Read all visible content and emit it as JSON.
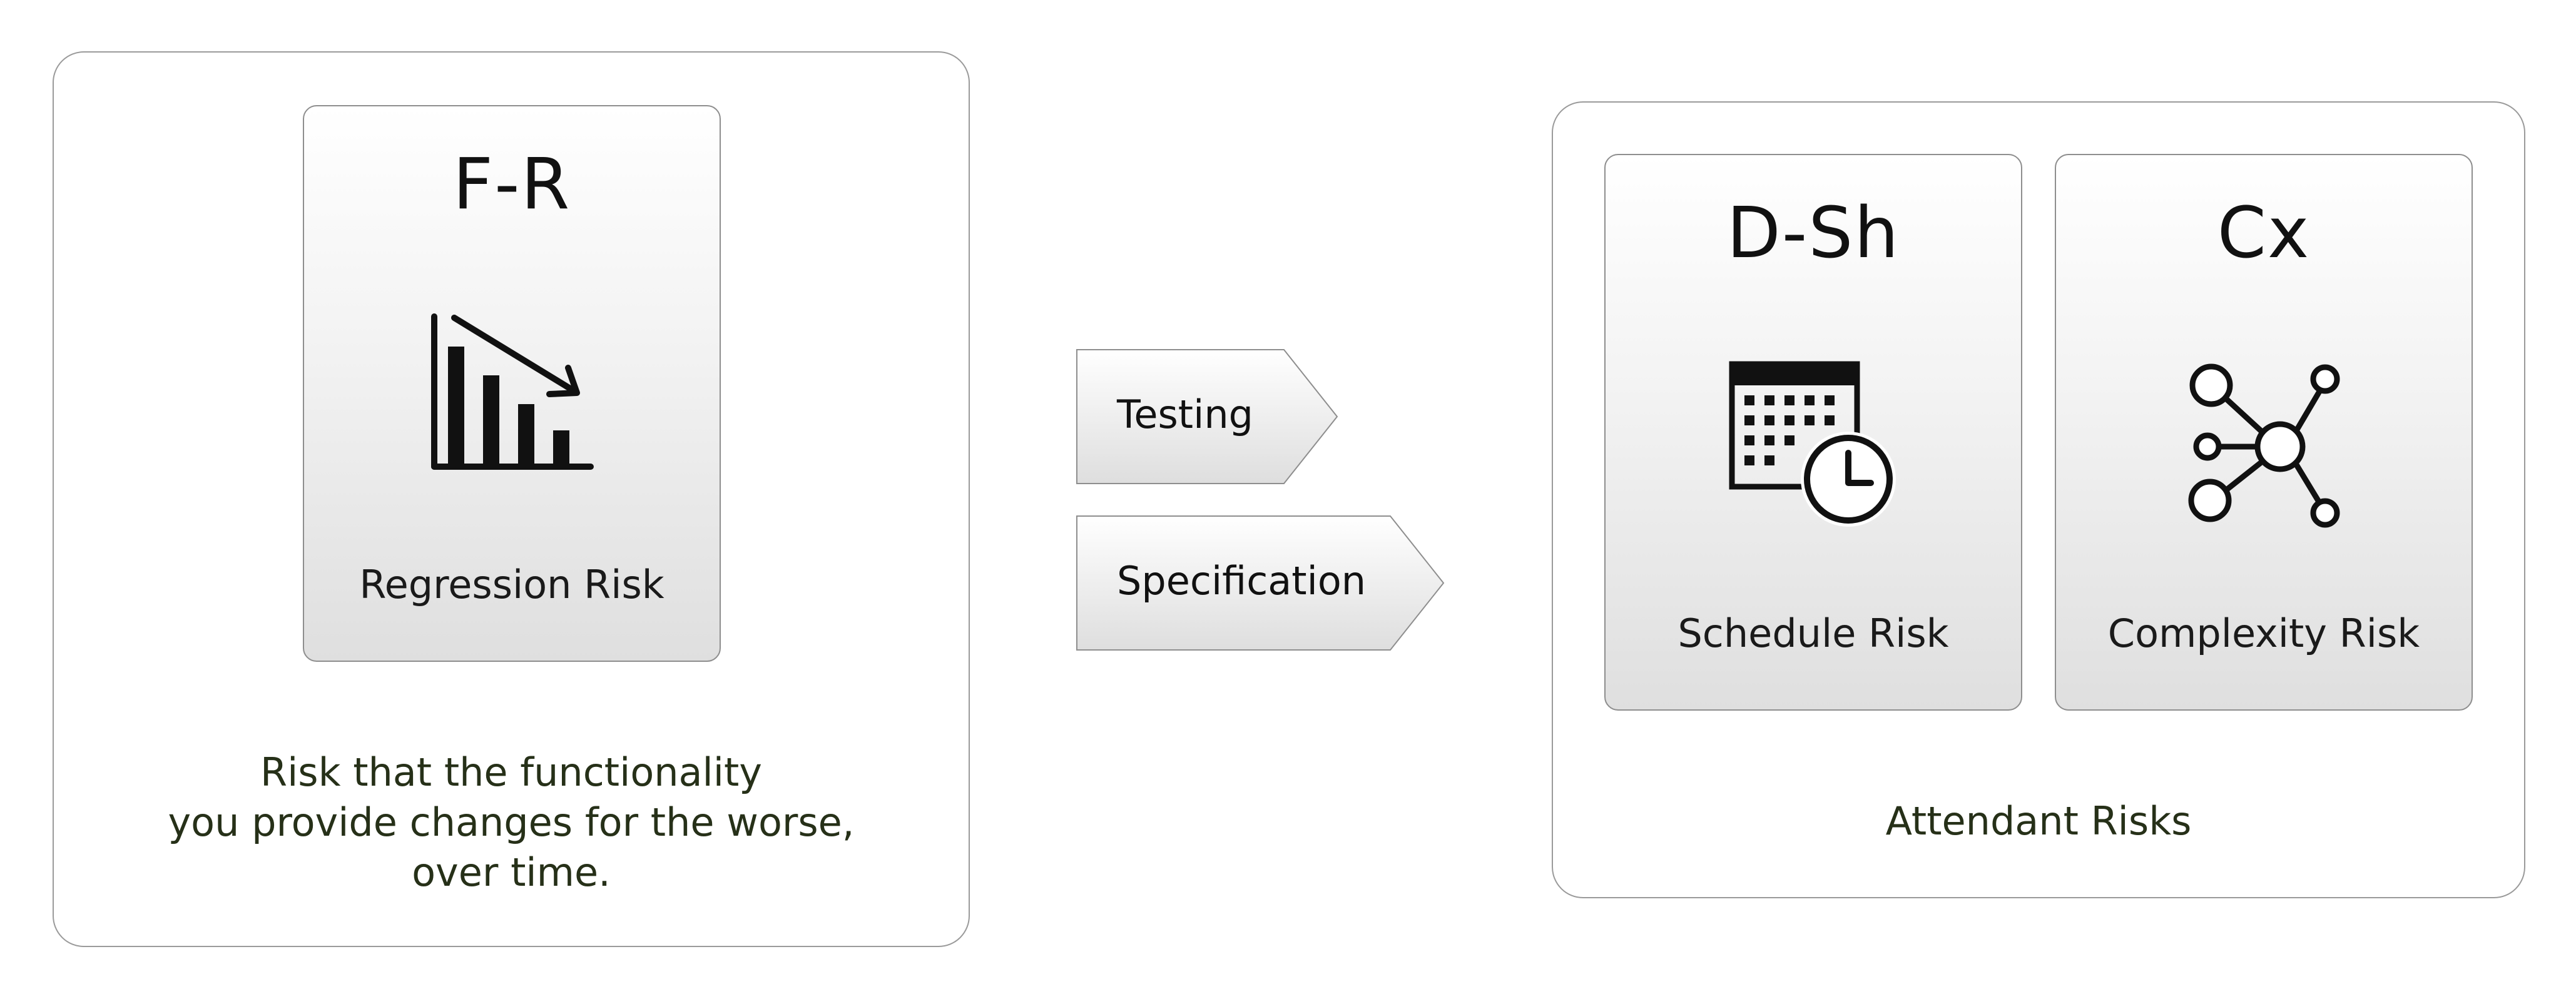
{
  "left_panel": {
    "card": {
      "code": "F-R",
      "icon": "declining-bar-chart-icon",
      "label": "Regression Risk"
    },
    "description_lines": [
      "Risk that the functionality",
      "you provide changes for the worse,",
      "over time."
    ]
  },
  "arrows": [
    {
      "label": "Testing"
    },
    {
      "label": "Specification"
    }
  ],
  "right_panel": {
    "caption": "Attendant Risks",
    "cards": [
      {
        "code": "D-Sh",
        "icon": "calendar-clock-icon",
        "label": "Schedule Risk"
      },
      {
        "code": "Cx",
        "icon": "network-nodes-icon",
        "label": "Complexity Risk"
      }
    ]
  },
  "colors": {
    "panel_border": "#9a9a9a",
    "card_border": "#8e8e8e",
    "card_gradient_top": "#ffffff",
    "card_gradient_bottom": "#dfdfdf",
    "caption_text": "#263018",
    "icon": "#111111"
  }
}
